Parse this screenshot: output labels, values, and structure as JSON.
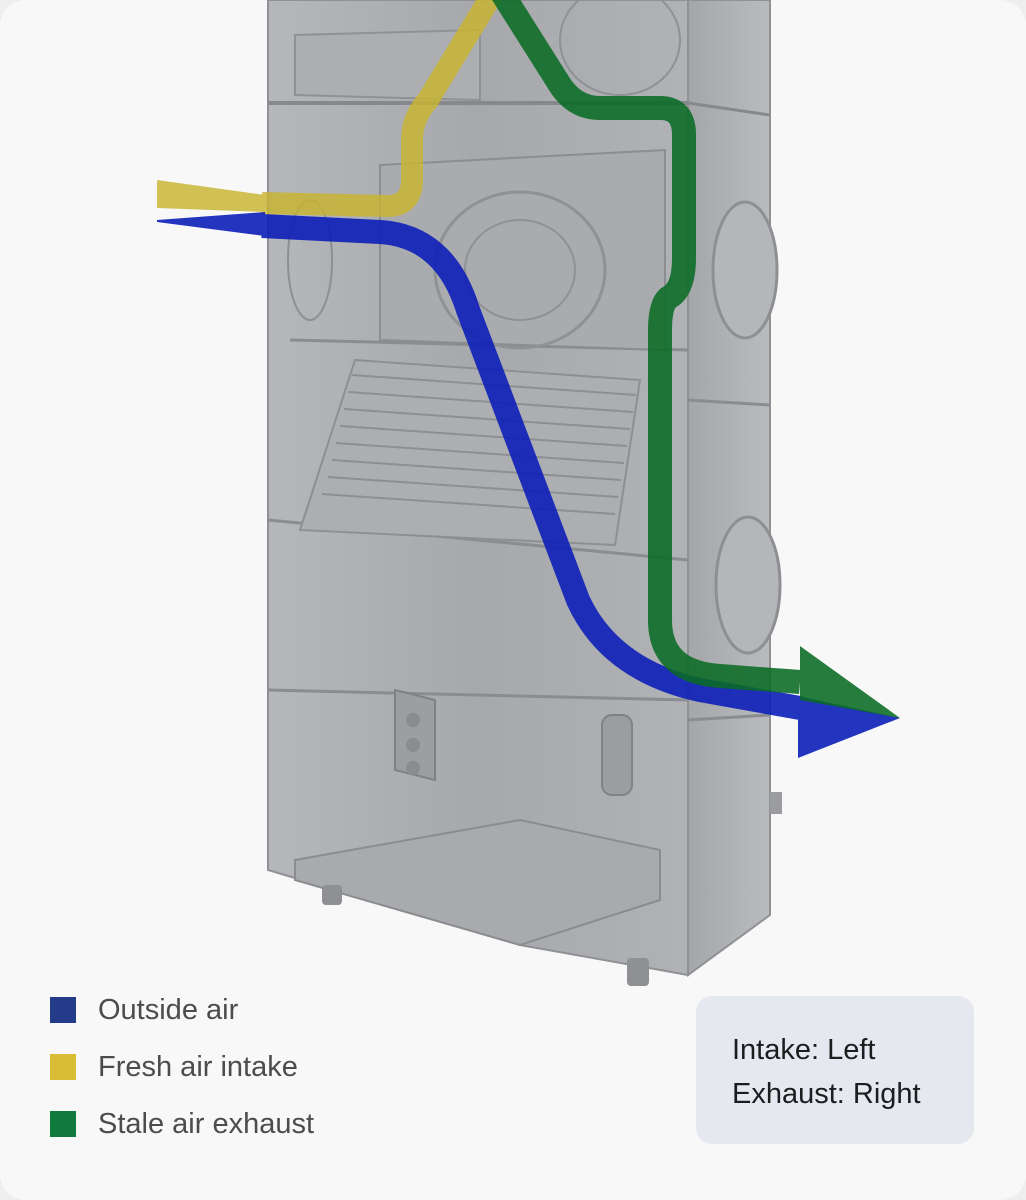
{
  "legend": {
    "items": [
      {
        "label": "Outside air",
        "color": "#243b8a"
      },
      {
        "label": "Fresh air intake",
        "color": "#d9bd35"
      },
      {
        "label": "Stale air exhaust",
        "color": "#0f7a3c"
      }
    ]
  },
  "note": {
    "line1": "Intake: Left",
    "line2": "Exhaust: Right"
  },
  "colors": {
    "blue_arrow": "#0d1fb8",
    "green_arrow": "#0a6b24",
    "yellow_arrow": "#c9b430",
    "unit_body": "#9c9ea2"
  }
}
